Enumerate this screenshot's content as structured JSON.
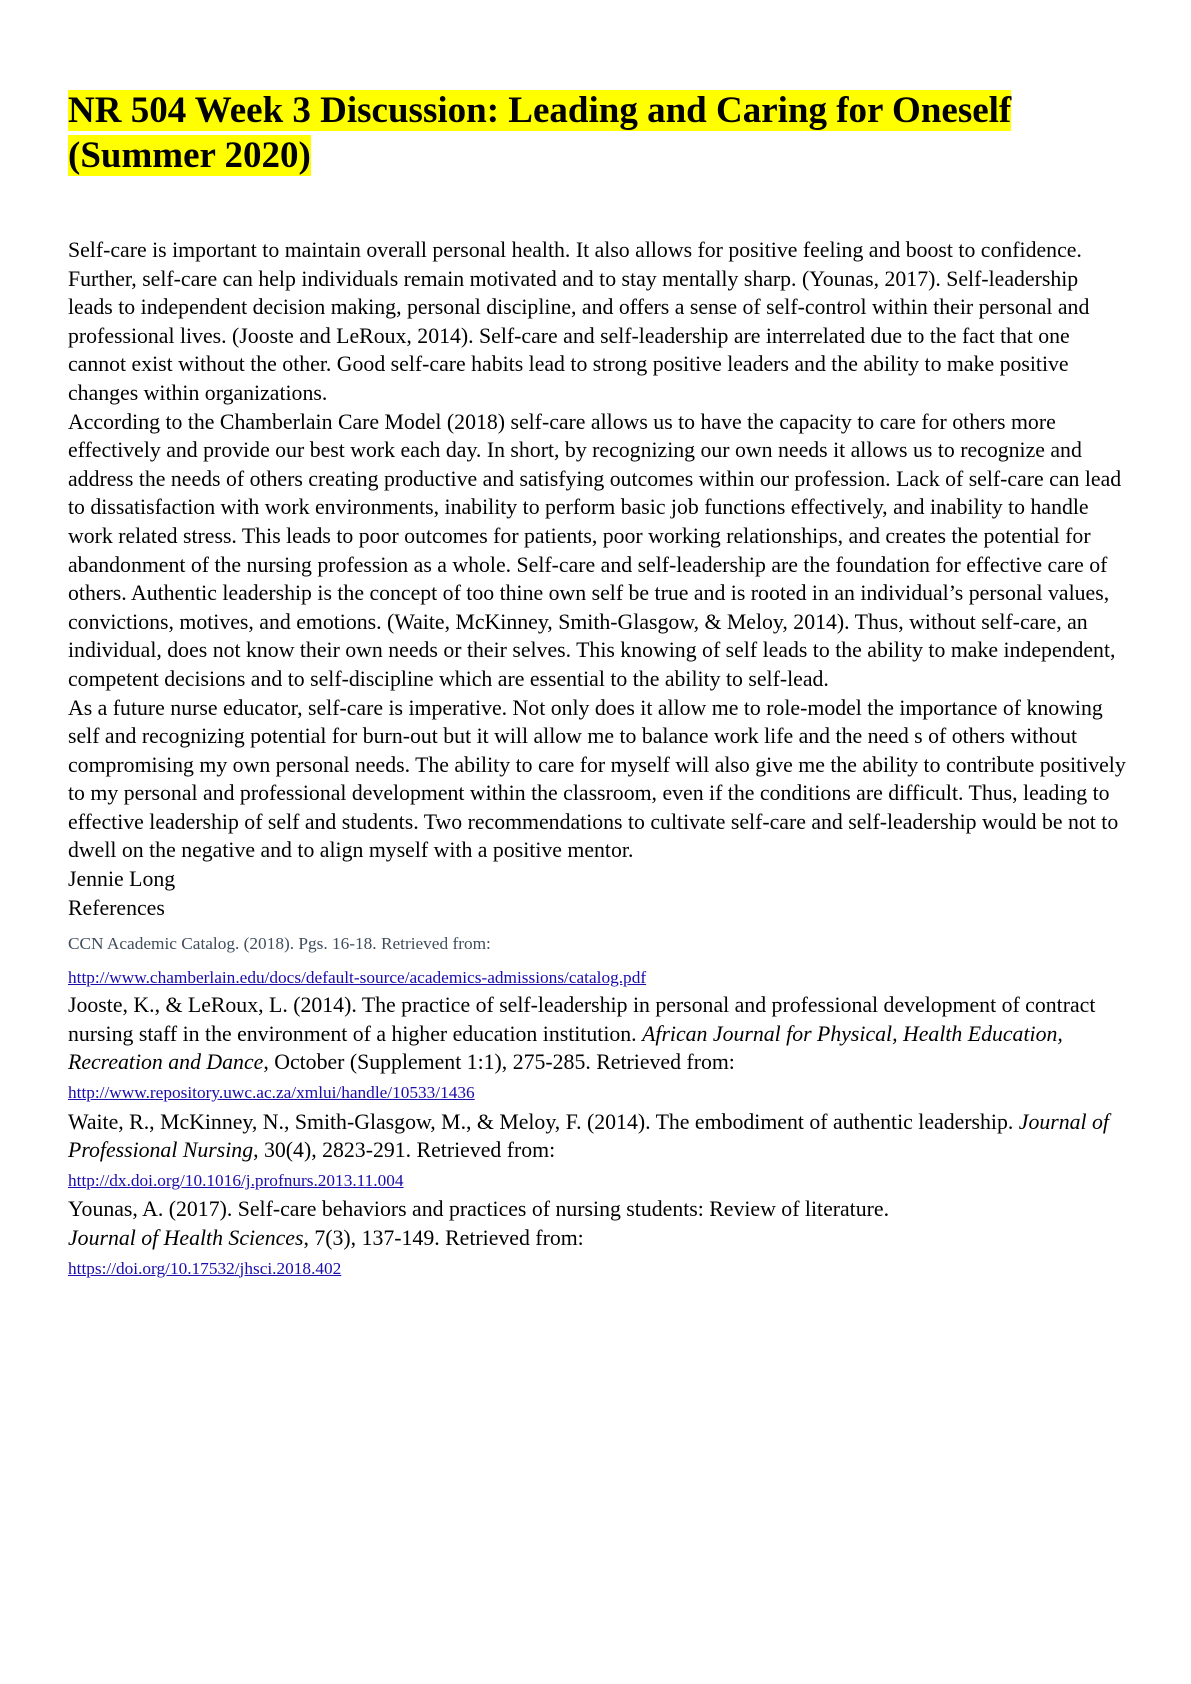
{
  "title": {
    "line1": "NR 504 Week 3 Discussion: Leading and Caring for Oneself",
    "line2": "(Summer 2020)"
  },
  "paragraphs": [
    "Self-care is important to maintain overall personal health. It also allows for positive feeling and boost to confidence. Further, self-care can help individuals remain motivated and to stay mentally sharp. (Younas, 2017). Self-leadership leads to independent decision making, personal discipline, and offers a sense of self-control within their personal and professional lives. (Jooste and LeRoux, 2014). Self-care and self-leadership are interrelated due to the fact that one cannot exist without the other. Good self-care habits lead to strong positive leaders and the ability to make positive changes within organizations.",
    "According to the Chamberlain Care Model (2018) self-care allows us to have the capacity to care for others more effectively and provide our best work each day. In short, by recognizing our own needs it allows us to recognize and address the needs of others creating productive and satisfying outcomes within our profession. Lack of self-care can lead to dissatisfaction with work environments, inability to perform basic job functions effectively, and inability to handle work related stress. This leads to poor outcomes for patients, poor working relationships, and creates the potential for abandonment of the nursing profession as a whole. Self-care and self-leadership are the foundation for effective care of others. Authentic leadership is the concept of too thine own self be true and is rooted in an individual’s personal values, convictions, motives, and emotions. (Waite, McKinney, Smith-Glasgow, & Meloy, 2014). Thus, without self-care, an individual, does not know their own needs or their selves. This knowing of self leads to the ability to make independent, competent decisions and to self-discipline which are essential to the ability to self-lead.",
    "As a future nurse educator, self-care is imperative. Not only does it allow me to role-model the importance of knowing self and recognizing potential for burn-out but it will allow me to balance work life and the need s of others without compromising my own personal needs. The ability to care for myself will also give me the ability to contribute positively to my personal and professional development within the classroom, even if the conditions are difficult. Thus, leading to effective leadership of self and students. Two recommendations to cultivate self-care and self-leadership would be not to dwell on the negative and to align myself with a positive mentor."
  ],
  "author": "Jennie Long",
  "references_heading": "References",
  "references": {
    "catalog": {
      "text": "CCN Academic Catalog. (2018). Pgs. 16-18. Retrieved from:",
      "url": "http://www.chamberlain.edu/docs/default-source/academics-admissions/catalog.pdf"
    },
    "jooste": {
      "text": "Jooste, K., & LeRoux, L. (2014). The practice of self-leadership in personal and professional development of contract nursing staff in the environment of a higher education institution. ",
      "journal": "African Journal for Physical, Health Education, Recreation and Dance",
      "after": ", October (Supplement 1:1), 275-285. Retrieved from: ",
      "url": "http://www.repository.uwc.ac.za/xmlui/handle/10533/1436"
    },
    "waite": {
      "text": "Waite, R., McKinney, N., Smith-Glasgow, M., & Meloy, F. (2014). The embodiment of authentic leadership. ",
      "journal": "Journal of Professional Nursing",
      "after": ", 30(4), 2823-291. Retrieved from:",
      "url": "http://dx.doi.org/10.1016/j.profnurs.2013.11.004"
    },
    "younas": {
      "text": "Younas, A. (2017). Self-care behaviors and practices of nursing students: Review of literature.",
      "journal": "Journal of Health Sciences",
      "after": ", 7(3), 137-149. Retrieved from:",
      "url": "https://doi.org/10.17532/jhsci.2018.402"
    }
  },
  "colors": {
    "highlight": "#ffff00",
    "link": "#1a0dab",
    "catalog_text": "#3f4d5c"
  }
}
